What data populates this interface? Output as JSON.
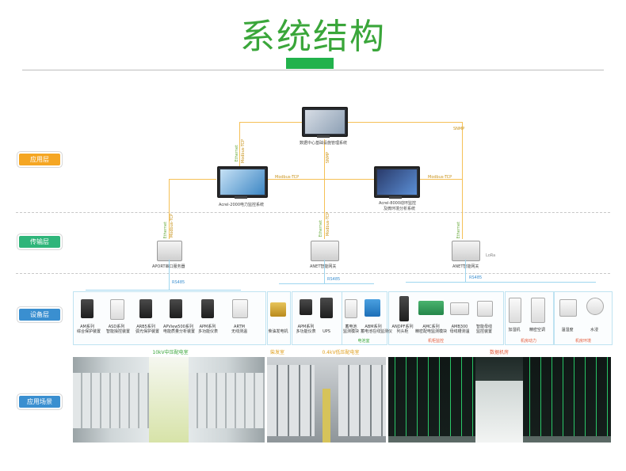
{
  "page": {
    "title": "系统结构"
  },
  "layers": [
    {
      "label": "应用层",
      "color": "#f5a623"
    },
    {
      "label": "传输层",
      "color": "#2fb57a"
    },
    {
      "label": "设备层",
      "color": "#3a8fd0"
    },
    {
      "label": "应用场景",
      "color": "#3a8fd0"
    }
  ],
  "servers": {
    "dc": {
      "label": "数据中心基础设施管理系统"
    },
    "acrel2000": {
      "label": "Acrel-2000电力监控系统"
    },
    "acrel8000": {
      "label_line1": "Acrel-8000动环监控",
      "label_line2": "及微环境分析系统"
    }
  },
  "links": {
    "ethernet": "Ethernet",
    "modbus_tcp": "Modbus-TCP",
    "snmp": "SNMP",
    "rs485": "RS485"
  },
  "gateways": {
    "g1": {
      "label": "APORT串口服务器"
    },
    "g2": {
      "label": "ANET智能网关"
    },
    "g3": {
      "label": "ANET智能网关",
      "lora": "LoRa"
    }
  },
  "devices": [
    {
      "line1": "AM系列",
      "line2": "综合保护装置"
    },
    {
      "line1": "ASD系列",
      "line2": "智能操控装置"
    },
    {
      "line1": "ARB5系列",
      "line2": "弧光保护装置"
    },
    {
      "line1": "APView500系列",
      "line2": "电能质量分析装置"
    },
    {
      "line1": "APM系列",
      "line2": "多功能仪表"
    },
    {
      "line1": "ARTM",
      "line2": "无线测温"
    },
    {
      "line1": "柴油发电机",
      "line2": ""
    },
    {
      "line1": "APM系列",
      "line2": "多功能仪表"
    },
    {
      "line1": "UPS",
      "line2": ""
    },
    {
      "line1": "蓄电池",
      "line2": "监测模块"
    },
    {
      "line1": "ABM系列",
      "line2": "蓄电池在线监测仪"
    },
    {
      "line1": "ANDPF系列",
      "line2": "列头柜"
    },
    {
      "line1": "AMC系列",
      "line2": "精密配电监测模块"
    },
    {
      "line1": "AMB300",
      "line2": "母线槽测温"
    },
    {
      "line1": "智能母线",
      "line2": "监控装置"
    },
    {
      "line1": "加湿机",
      "line2": ""
    },
    {
      "line1": "精密空调",
      "line2": ""
    },
    {
      "line1": "温湿度",
      "line2": ""
    },
    {
      "line1": "水浸",
      "line2": ""
    }
  ],
  "sections": {
    "s1": "10kV中压配电室",
    "s2": "柴发室",
    "s3": "0.4kV低压配电室",
    "s3b": "电池室",
    "s4": "数据机房",
    "s4a": "机柜监控",
    "s4b": "机房动力",
    "s4c": "机房环境"
  }
}
